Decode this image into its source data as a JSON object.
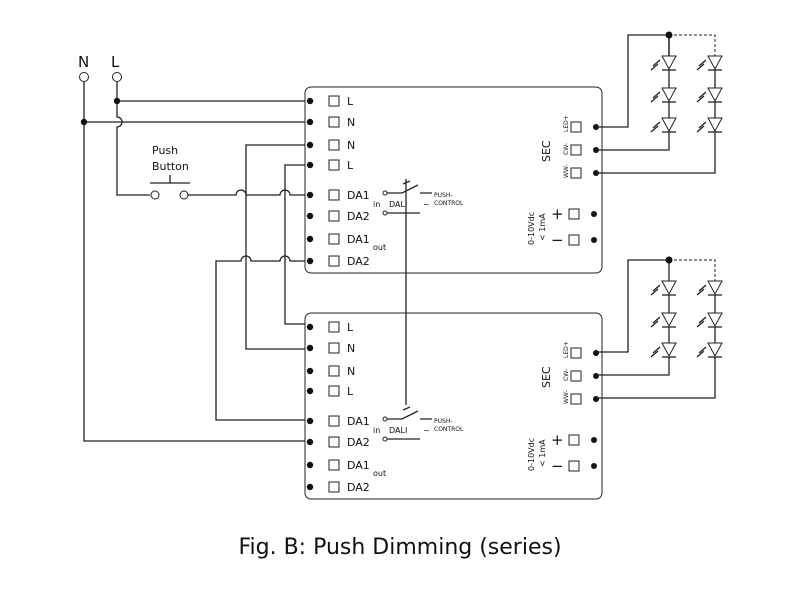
{
  "supply": {
    "neutral": "N",
    "line": "L"
  },
  "push_button": {
    "line1": "Push",
    "line2": "Button"
  },
  "driver_terminals": [
    {
      "label": "L"
    },
    {
      "label": "N"
    },
    {
      "label": "N"
    },
    {
      "label": "L"
    },
    {
      "label": "DA1"
    },
    {
      "label": "DA2"
    },
    {
      "label": "DA1"
    },
    {
      "label": "DA2"
    }
  ],
  "dali": {
    "in": "in",
    "dali": "DALI",
    "out": "out",
    "push1": "PUSH-",
    "push2": "CONTROL"
  },
  "sec": {
    "title": "SEC",
    "led_plus": "LED+",
    "cw_minus": "CW-",
    "ww_minus": "WW-"
  },
  "dim": {
    "line1": "0-10Vdc",
    "line2": "< 1mA",
    "plus": "+",
    "minus": "−"
  },
  "caption": "Fig. B: Push Dimming (series)"
}
